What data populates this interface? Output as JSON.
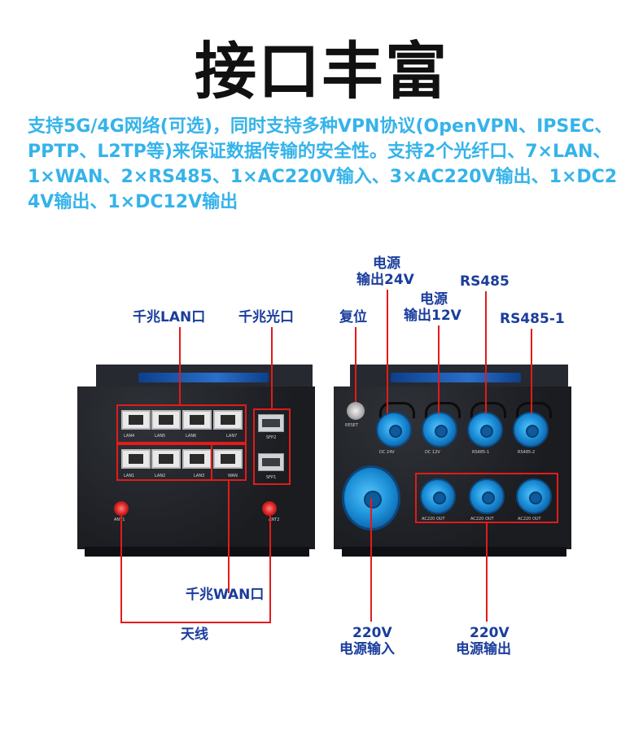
{
  "title": "接口丰富",
  "description": "支持5G/4G网络(可选)，同时支持多种VPN协议(OpenVPN、IPSEC、PPTP、L2TP等)来保证数据传输的安全性。支持2个光纤口、7×LAN、1×WAN、2×RS485、1×AC220V输入、3×AC220V输出、1×DC24V输出、1×DC12V输出",
  "colors": {
    "title": "#111111",
    "description": "#35b3ea",
    "label": "#1a3d9c",
    "callout": "#e21b1b"
  },
  "left_device": {
    "labels": {
      "lan": "千兆LAN口",
      "fiber": "千兆光口",
      "wan": "千兆WAN口",
      "antenna": "天线"
    },
    "ports_top": [
      "LAN4",
      "LAN5",
      "LAN6",
      "LAN7"
    ],
    "ports_bottom": [
      "LAN1",
      "LAN2",
      "LAN3",
      "WAN"
    ],
    "sfp": [
      "SFP2",
      "SFP1"
    ],
    "antennas": [
      "ANT1",
      "ANT2"
    ]
  },
  "right_device": {
    "labels": {
      "reset": "复位",
      "dc24_line1": "电源",
      "dc24_line2": "输出24V",
      "dc12_line1": "电源",
      "dc12_line2": "输出12V",
      "rs485": "RS485",
      "rs485_1": "RS485-1",
      "ac_in_line1": "220V",
      "ac_in_line2": "电源输入",
      "ac_out_line1": "220V",
      "ac_out_line2": "电源输出"
    },
    "silk": {
      "reset": "RESET",
      "top_row": [
        "DC 24V",
        "DC 12V",
        "RS485-1",
        "RS485-2"
      ],
      "ac_out": [
        "AC220 OUT",
        "AC220 OUT",
        "AC220 OUT"
      ]
    }
  }
}
